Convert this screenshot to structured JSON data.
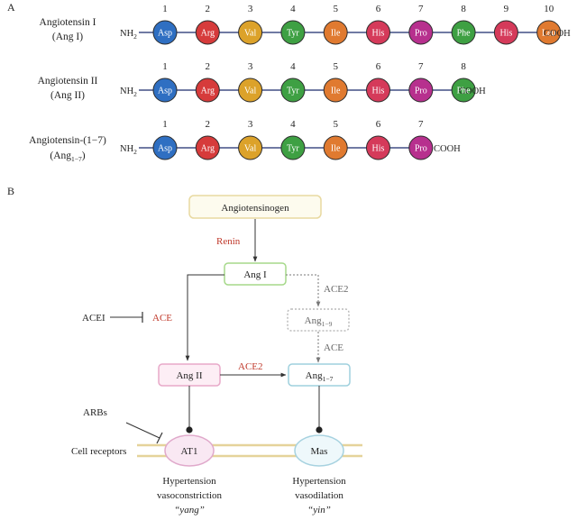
{
  "panel_a": {
    "letter": "A",
    "peptides": [
      {
        "name_line1": "Angiotensin I",
        "name_line2": "(Ang I)",
        "n_term": "NH",
        "n_sub": "2",
        "c_term": "COOH",
        "residues": [
          "Asp",
          "Arg",
          "Val",
          "Tyr",
          "Ile",
          "His",
          "Pro",
          "Phe",
          "His",
          "Leu"
        ],
        "positions": [
          "1",
          "2",
          "3",
          "4",
          "5",
          "6",
          "7",
          "8",
          "9",
          "10"
        ]
      },
      {
        "name_line1": "Angiotensin II",
        "name_line2": "(Ang II)",
        "n_term": "NH",
        "n_sub": "2",
        "c_term": "COOH",
        "residues": [
          "Asp",
          "Arg",
          "Val",
          "Tyr",
          "Ile",
          "His",
          "Pro",
          "Phe"
        ],
        "positions": [
          "1",
          "2",
          "3",
          "4",
          "5",
          "6",
          "7",
          "8"
        ]
      },
      {
        "name_line1": "Angiotensin-(1−7)",
        "name_line2": "(Ang",
        "name_line2_sub": "1−7",
        "name_line2_end": ")",
        "n_term": "NH",
        "n_sub": "2",
        "c_term": "COOH",
        "residues": [
          "Asp",
          "Arg",
          "Val",
          "Tyr",
          "Ile",
          "His",
          "Pro"
        ],
        "positions": [
          "1",
          "2",
          "3",
          "4",
          "5",
          "6",
          "7"
        ]
      }
    ],
    "residue_colors": {
      "Asp": "#2f6fc2",
      "Arg": "#d63b3b",
      "Val": "#dca22a",
      "Tyr": "#3ea043",
      "Ile": "#e07a30",
      "His": "#d53a5a",
      "Pro": "#b7308e",
      "Phe": "#3ea043",
      "Leu": "#e07a30"
    }
  },
  "panel_b": {
    "letter": "B",
    "angiotensinogen": "Angiotensinogen",
    "renin": "Renin",
    "ang_i": "Ang I",
    "ace2_top": "ACE2",
    "ang_1_9_main": "Ang",
    "ang_1_9_sub": "1−9",
    "ace_right": "ACE",
    "acei": "ACEI",
    "ace_left": "ACE",
    "ang_ii": "Ang II",
    "ace2_mid": "ACE2",
    "ang_1_7_main": "Ang",
    "ang_1_7_sub": "1−7",
    "arbs": "ARBs",
    "cell_receptors": "Cell receptors",
    "at1": "AT1",
    "mas": "Mas",
    "left_effect": [
      "Hypertension",
      "vasoconstriction",
      "“yang”"
    ],
    "right_effect": [
      "Hypertension",
      "vasodilation",
      "“yin”"
    ],
    "colors": {
      "accent_red": "#c0392b",
      "angiotensinogen_border": "#e8d9a0",
      "angiotensinogen_fill": "#fdfbee",
      "ang_i_border": "#a6d98a",
      "ang_1_9_border": "#bbbbbb",
      "ang_ii_border": "#e8a9c9",
      "ang_ii_fill": "#fdeef5",
      "ang_1_7_border": "#9fd0dd",
      "membrane": "#e5d39a",
      "at1_fill": "#f9e8f3",
      "at1_border": "#e0a9cb",
      "mas_fill": "#eef8fb",
      "mas_border": "#a7d2e0"
    }
  }
}
